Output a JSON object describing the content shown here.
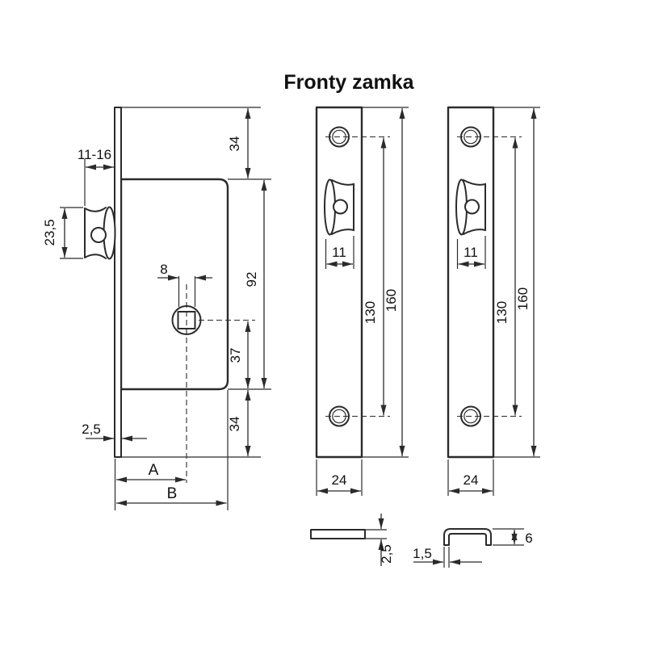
{
  "title": "Fronty zamka",
  "colors": {
    "line": "#2b2b2b",
    "text": "#111111",
    "background": "#ffffff"
  },
  "side_view": {
    "dims": {
      "roller_depth_range": "11-16",
      "roller_height": "23,5",
      "top_to_body": "34",
      "body_height": "92",
      "spindle_square": "8",
      "spindle_to_body_bottom": "37",
      "body_bottom_to_plate": "34",
      "faceplate_thickness": "2,5",
      "backset": "A",
      "body_depth": "B"
    }
  },
  "faceplate_views": [
    {
      "roller_width": "11",
      "hole_spacing": "130",
      "height": "160",
      "width": "24"
    },
    {
      "roller_width": "11",
      "hole_spacing": "130",
      "height": "160",
      "width": "24"
    }
  ],
  "sections": {
    "flat_bar_thickness": "2,5",
    "channel_wall": "1,5",
    "channel_height": "6"
  }
}
